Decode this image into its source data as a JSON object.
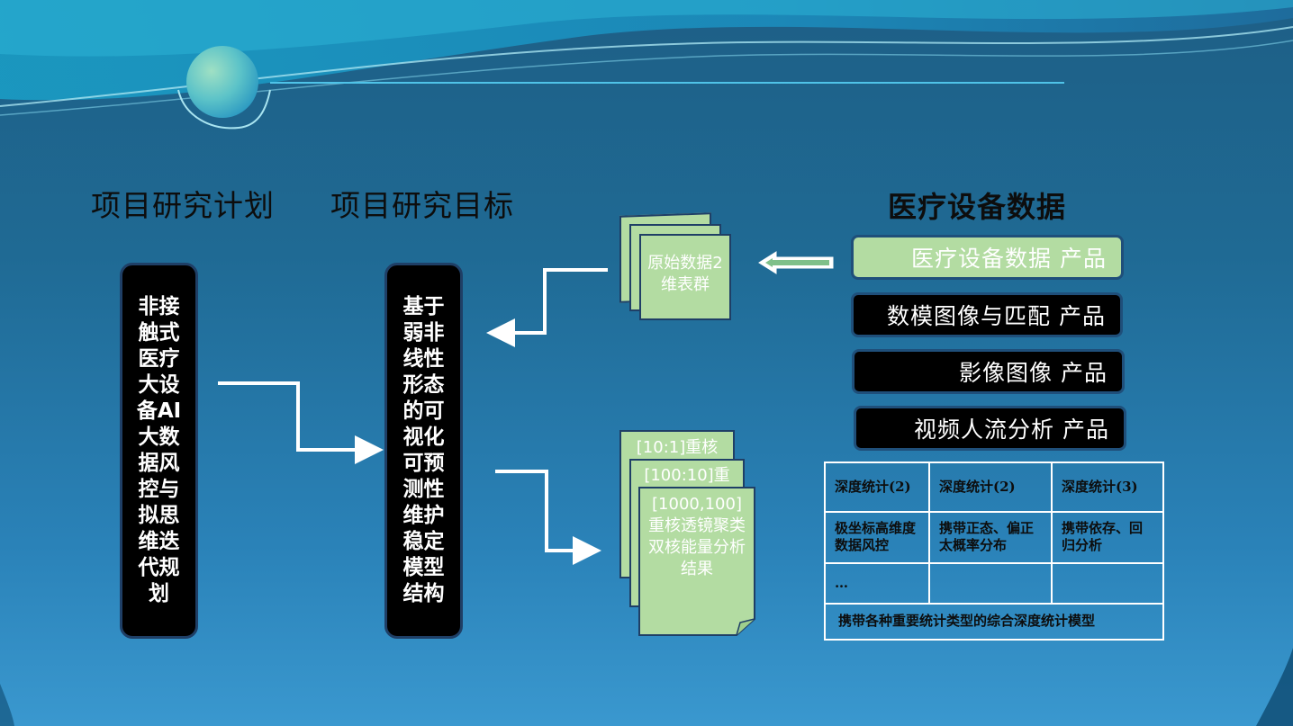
{
  "headings": {
    "plan": "项目研究计划",
    "goal": "项目研究目标",
    "data_source": "医疗设备数据"
  },
  "boxes": {
    "plan_box": "非接触式医疗大设备AI大数据风控与拟思维迭代规划",
    "goal_box": "基于弱非线性形态的可视化可预测性维护稳定模型结构"
  },
  "products": [
    {
      "label": "医疗设备数据 产品",
      "style": "green"
    },
    {
      "label": "数模图像与匹配 产品",
      "style": "black"
    },
    {
      "label": "影像图像 产品",
      "style": "black"
    },
    {
      "label": "视频人流分析 产品",
      "style": "black"
    }
  ],
  "docs": {
    "raw_data": "原始数据2维表群",
    "result_1": "[10:1]重核",
    "result_2": "[100:10]重",
    "result_3": "[1000,100]重核透镜聚类双核能量分析结果"
  },
  "stats_table": {
    "header": [
      "深度统计(2)",
      "深度统计(2)",
      "深度统计(3)"
    ],
    "row1": [
      "极坐标高维度数据风控",
      "携带正态、偏正太概率分布",
      "携带依存、回归分析"
    ],
    "row2": [
      "…",
      "",
      ""
    ],
    "footer": "携带各种重要统计类型的综合深度统计模型"
  },
  "colors": {
    "background": "#2a7fb4",
    "box_black": "#000000",
    "doc_green": "#b3dca2",
    "arrow": "#ffffff"
  }
}
